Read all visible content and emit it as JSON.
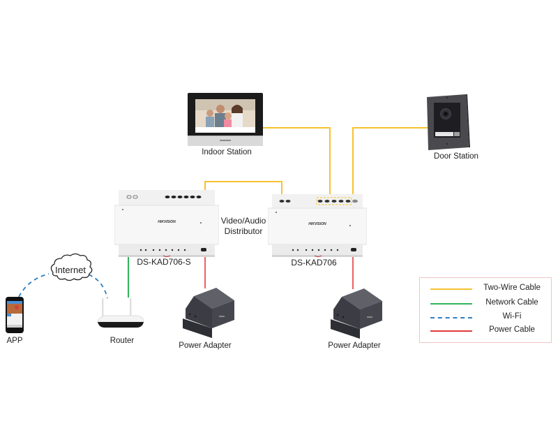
{
  "colors": {
    "two_wire": "#f6c230",
    "network": "#2fb35a",
    "wifi": "#2f7fc1",
    "power": "#e23a3a",
    "legend_border": "#f2c4c4"
  },
  "devices": {
    "indoor_station": {
      "label": "Indoor Station"
    },
    "door_station": {
      "label": "Door Station"
    },
    "distributor_left": {
      "label": "DS-KAD706-S",
      "brand": "HIKVISION"
    },
    "distributor_right": {
      "label": "DS-KAD706",
      "brand": "HIKVISION"
    },
    "distributor_caption": {
      "line1": "Video/Audio",
      "line2": "Distributor"
    },
    "power_adapter_left": {
      "label": "Power Adapter"
    },
    "power_adapter_right": {
      "label": "Power Adapter"
    },
    "router": {
      "label": "Router"
    },
    "app": {
      "label": "APP"
    },
    "internet": {
      "label": "Internet"
    }
  },
  "legend": {
    "items": [
      {
        "label": "Two-Wire Cable",
        "style": "solid",
        "color_key": "two_wire"
      },
      {
        "label": "Network Cable",
        "style": "solid",
        "color_key": "network"
      },
      {
        "label": "Wi-Fi",
        "style": "dashed",
        "color_key": "wifi"
      },
      {
        "label": "Power Cable",
        "style": "solid",
        "color_key": "power"
      }
    ]
  }
}
